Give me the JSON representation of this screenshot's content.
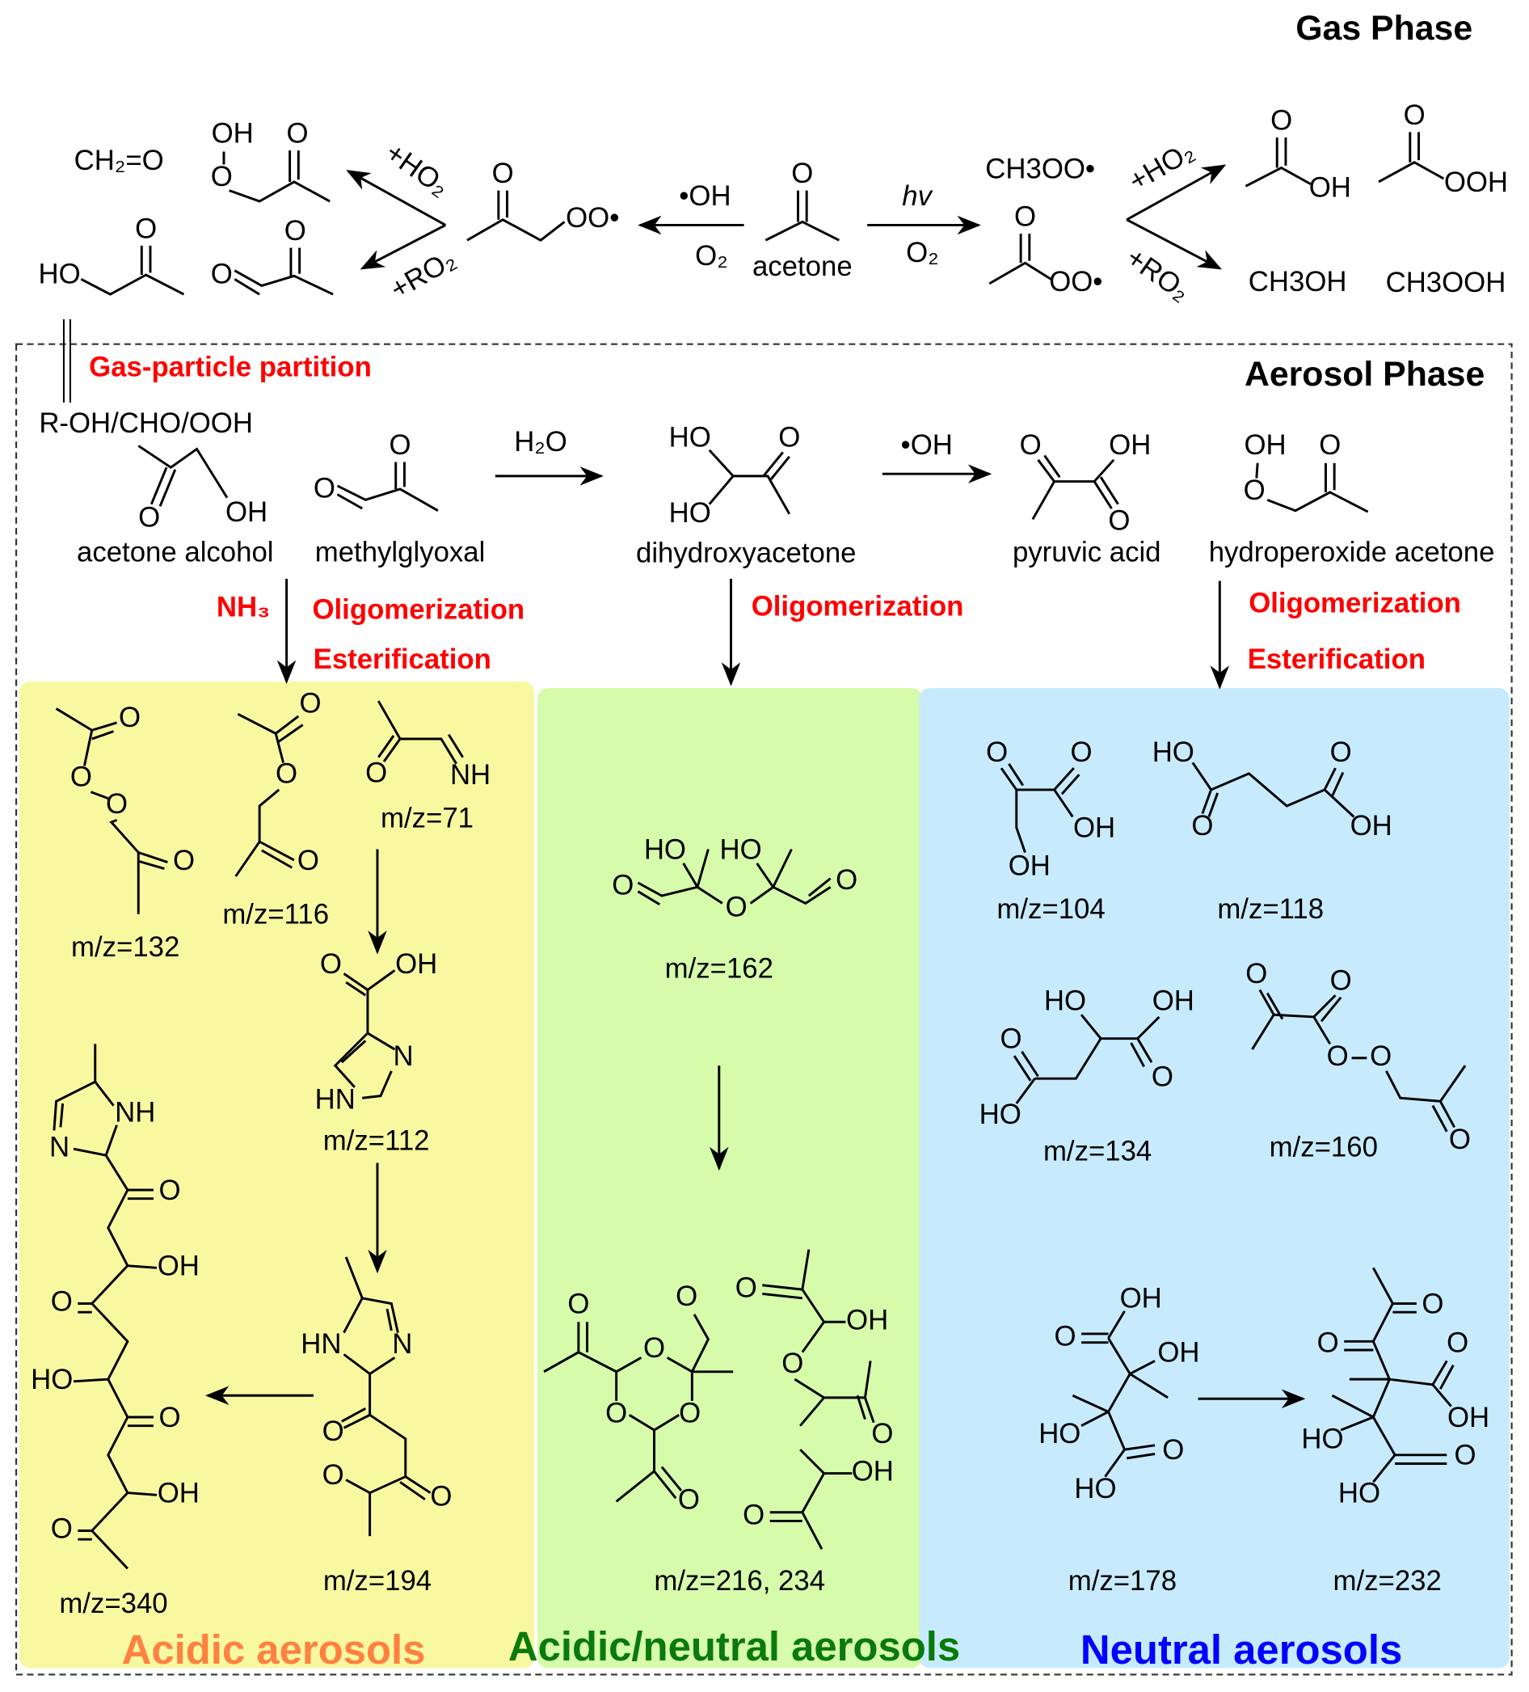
{
  "gas_phase": {
    "title": "Gas Phase",
    "formaldehyde": "CH₂=O",
    "hpa_atoms": [
      "OH",
      "O",
      "O"
    ],
    "ha_atoms": [
      "HO",
      "O"
    ],
    "mg_atoms": [
      "O",
      "O"
    ],
    "ho2_left": "+HO₂",
    "ro2_left": "+RO₂",
    "peroxy_atoms": [
      "O",
      "OO•"
    ],
    "oh": "•OH",
    "o2_left": "O₂",
    "acetone_o": "O",
    "acetone": "acetone",
    "hv": "hv",
    "o2_right": "O₂",
    "ch3oo": "CH3OO•",
    "acylperoxy_atoms": [
      "O",
      "OO•"
    ],
    "ho2_right": "+HO₂",
    "ro2_right": "+RO₂",
    "acetic_acid": [
      "O",
      "OH"
    ],
    "peracetic_acid": [
      "O",
      "OOH"
    ],
    "methanol": "CH3OH",
    "methyl_hydroperoxide": "CH3OOH"
  },
  "aerosol_phase": {
    "title": "Aerosol Phase",
    "partition": "Gas-particle partition",
    "roh": "R-OH/CHO/OOH",
    "acetone_alcohol": {
      "name": "acetone alcohol",
      "atoms": [
        "O",
        "OH"
      ]
    },
    "methylglyoxal": {
      "name": "methylglyoxal",
      "atoms": [
        "O",
        "O"
      ]
    },
    "h2o": "H₂O",
    "dihydroxyacetone": {
      "name": "dihydroxyacetone",
      "atoms": [
        "HO",
        "O",
        "HO"
      ]
    },
    "oh": "•OH",
    "pyruvic_acid": {
      "name": "pyruvic acid",
      "atoms": [
        "O",
        "OH",
        "O"
      ]
    },
    "hydroperoxide_acetone": {
      "name": "hydroperoxide acetone",
      "atoms": [
        "OH",
        "O",
        "O"
      ]
    },
    "nh3": "NH₃",
    "olig1": "Oligomerization",
    "ester1": "Esterification",
    "olig2": "Oligomerization",
    "olig3": "Oligomerization",
    "ester3": "Esterification"
  },
  "panels": {
    "acidic": {
      "label": "Acidic aerosols",
      "color": "#ff8040",
      "bg": "#f8f8a0",
      "s132": {
        "mz": "m/z=132",
        "atoms": [
          "O",
          "O",
          "O",
          "O"
        ]
      },
      "s116": {
        "mz": "m/z=116",
        "atoms": [
          "O",
          "O",
          "O"
        ]
      },
      "s71": {
        "mz": "m/z=71",
        "atoms": [
          "O",
          "NH"
        ]
      },
      "s112": {
        "mz": "m/z=112",
        "atoms": [
          "O",
          "OH",
          "N",
          "HN"
        ]
      },
      "s194": {
        "mz": "m/z=194",
        "atoms": [
          "HN",
          "N",
          "O",
          "O",
          "O"
        ]
      },
      "s340": {
        "mz": "m/z=340",
        "atoms": [
          "NH",
          "N",
          "O",
          "OH",
          "O",
          "HO",
          "O",
          "OH",
          "O"
        ]
      }
    },
    "acidic_neutral": {
      "label": "Acidic/neutral aerosols",
      "color": "#0a7a0a",
      "bg": "#d6fbaa",
      "s162": {
        "mz": "m/z=162",
        "atoms": [
          "HO",
          "HO",
          "O",
          "O",
          "O"
        ]
      },
      "s216": {
        "mz": "m/z=216, 234",
        "atoms": [
          "O",
          "O",
          "O",
          "O",
          "O",
          "O",
          "OH",
          "O",
          "O",
          "O",
          "OH",
          "O"
        ]
      }
    },
    "neutral": {
      "label": "Neutral aerosols",
      "color": "#0000ff",
      "bg": "#c7ebfd",
      "s104": {
        "mz": "m/z=104",
        "atoms": [
          "O",
          "O",
          "OH",
          "OH"
        ]
      },
      "s118": {
        "mz": "m/z=118",
        "atoms": [
          "HO",
          "O",
          "O",
          "OH"
        ]
      },
      "s134": {
        "mz": "m/z=134",
        "atoms": [
          "HO",
          "OH",
          "O",
          "O",
          "HO"
        ]
      },
      "s160": {
        "mz": "m/z=160",
        "atoms": [
          "O",
          "O",
          "O",
          "O",
          "O"
        ]
      },
      "s178": {
        "mz": "m/z=178",
        "atoms": [
          "OH",
          "O",
          "OH",
          "HO",
          "O",
          "HO"
        ]
      },
      "s232": {
        "mz": "m/z=232",
        "atoms": [
          "O",
          "O",
          "O",
          "OH",
          "HO",
          "O",
          "HO"
        ]
      }
    }
  }
}
